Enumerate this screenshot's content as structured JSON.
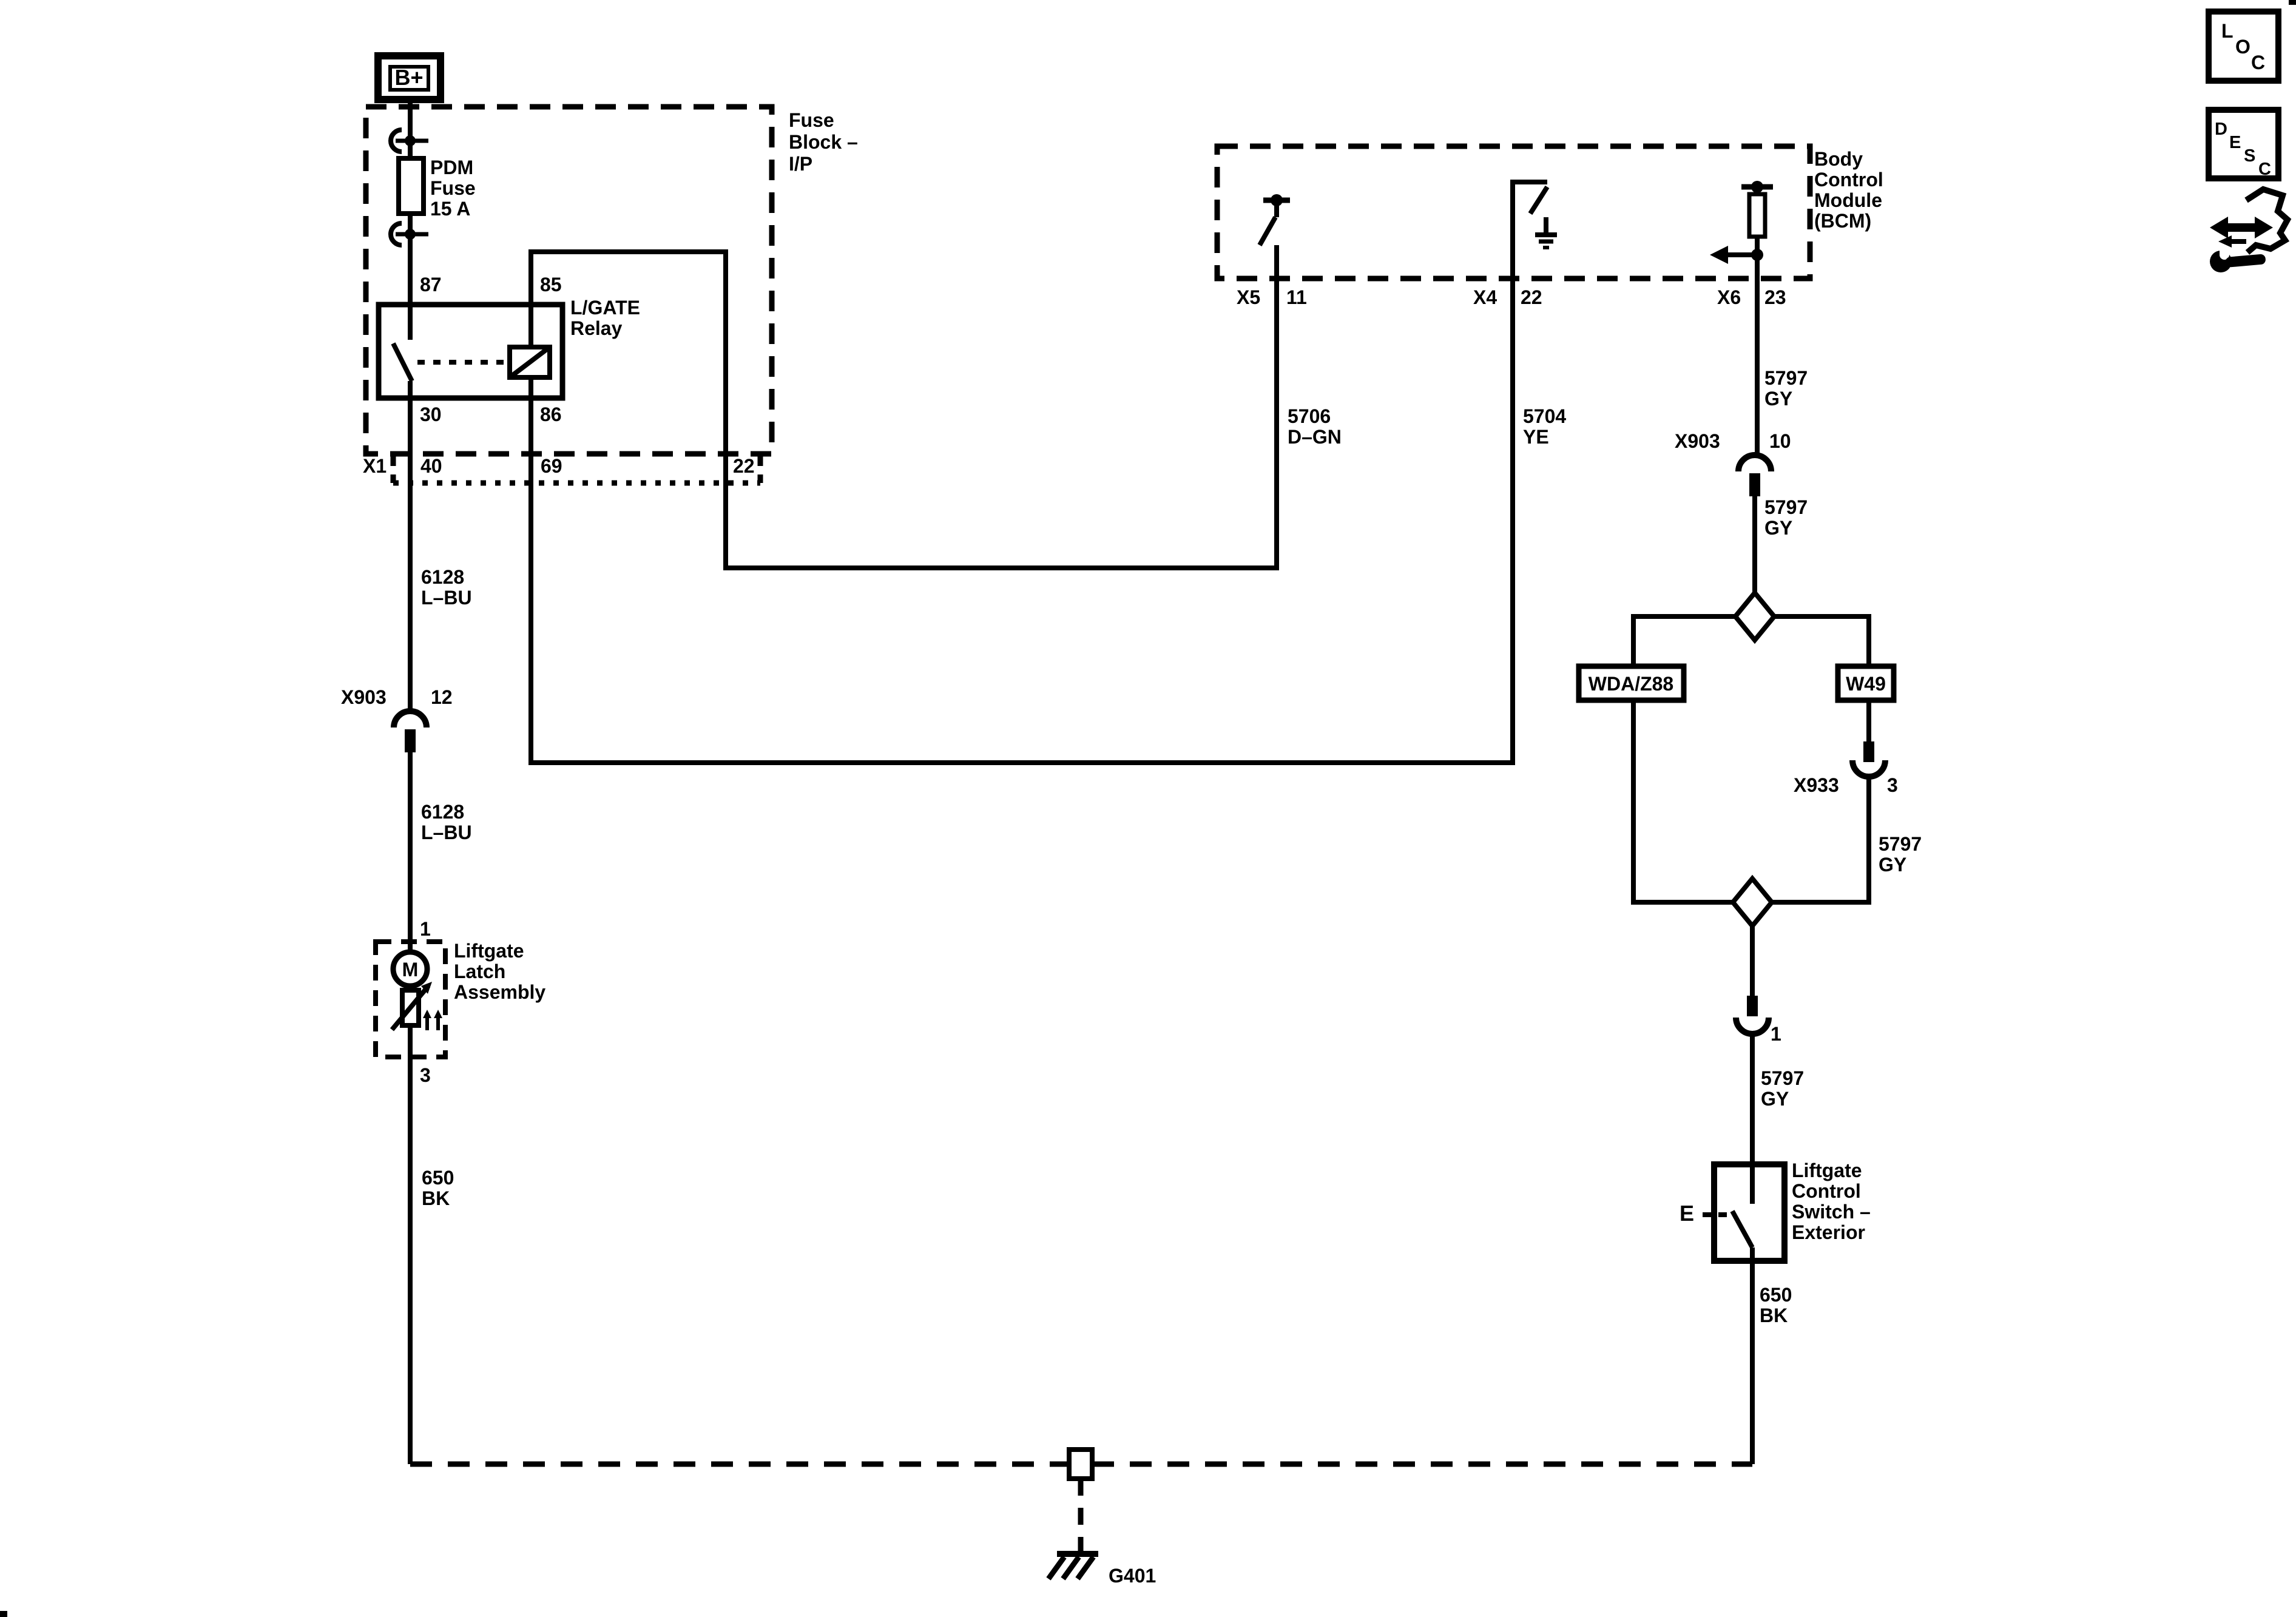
{
  "diagram": {
    "power": {
      "b_plus": "B+"
    },
    "fuse_block": {
      "name_lines": [
        "Fuse",
        "Block –",
        "I/P"
      ],
      "fuse_lines": [
        "PDM",
        "Fuse",
        "15 A"
      ],
      "relay_lines": [
        "L/GATE",
        "Relay"
      ],
      "pins": {
        "p87": "87",
        "p85": "85",
        "p30": "30",
        "p86": "86"
      },
      "connector": {
        "name": "X1",
        "p40": "40",
        "p69": "69",
        "p22": "22"
      }
    },
    "bcm": {
      "name_lines": [
        "Body",
        "Control",
        "Module",
        "(BCM)"
      ],
      "x5": {
        "conn": "X5",
        "pin": "11"
      },
      "x4": {
        "conn": "X4",
        "pin": "22"
      },
      "x6": {
        "conn": "X6",
        "pin": "23"
      }
    },
    "wires": {
      "c5706": {
        "lines": [
          "5706",
          "D–GN"
        ]
      },
      "c5704": {
        "lines": [
          "5704",
          "YE"
        ]
      },
      "c5797a": {
        "lines": [
          "5797",
          "GY"
        ]
      },
      "c5797b": {
        "lines": [
          "5797",
          "GY"
        ]
      },
      "c5797c": {
        "lines": [
          "5797",
          "GY"
        ]
      },
      "c5797d": {
        "lines": [
          "5797",
          "GY"
        ]
      },
      "c6128a": {
        "lines": [
          "6128",
          "L–BU"
        ]
      },
      "c6128b": {
        "lines": [
          "6128",
          "L–BU"
        ]
      },
      "c650a": {
        "lines": [
          "650",
          "BK"
        ]
      },
      "c650b": {
        "lines": [
          "650",
          "BK"
        ]
      }
    },
    "connectors": {
      "x903_12": {
        "name": "X903",
        "pin": "12"
      },
      "x903_10": {
        "name": "X903",
        "pin": "10"
      },
      "x933_3": {
        "name": "X933",
        "pin": "3"
      },
      "inline_1": {
        "pin": "1"
      }
    },
    "splices": {
      "wda": "WDA/Z88",
      "w49": "W49"
    },
    "latch": {
      "name_lines": [
        "Liftgate",
        "Latch",
        "Assembly"
      ],
      "motor": "M",
      "pin1": "1",
      "pin3": "3"
    },
    "switch": {
      "name_lines": [
        "Liftgate",
        "Control",
        "Switch –",
        "Exterior"
      ],
      "actuator": "E"
    },
    "ground": {
      "label": "G401"
    }
  },
  "toolbar": {
    "loc": [
      "L",
      "O",
      "C"
    ],
    "desc": [
      "D",
      "E",
      "S",
      "C"
    ]
  },
  "colors": {
    "line": "#000000",
    "background": "#ffffff"
  }
}
